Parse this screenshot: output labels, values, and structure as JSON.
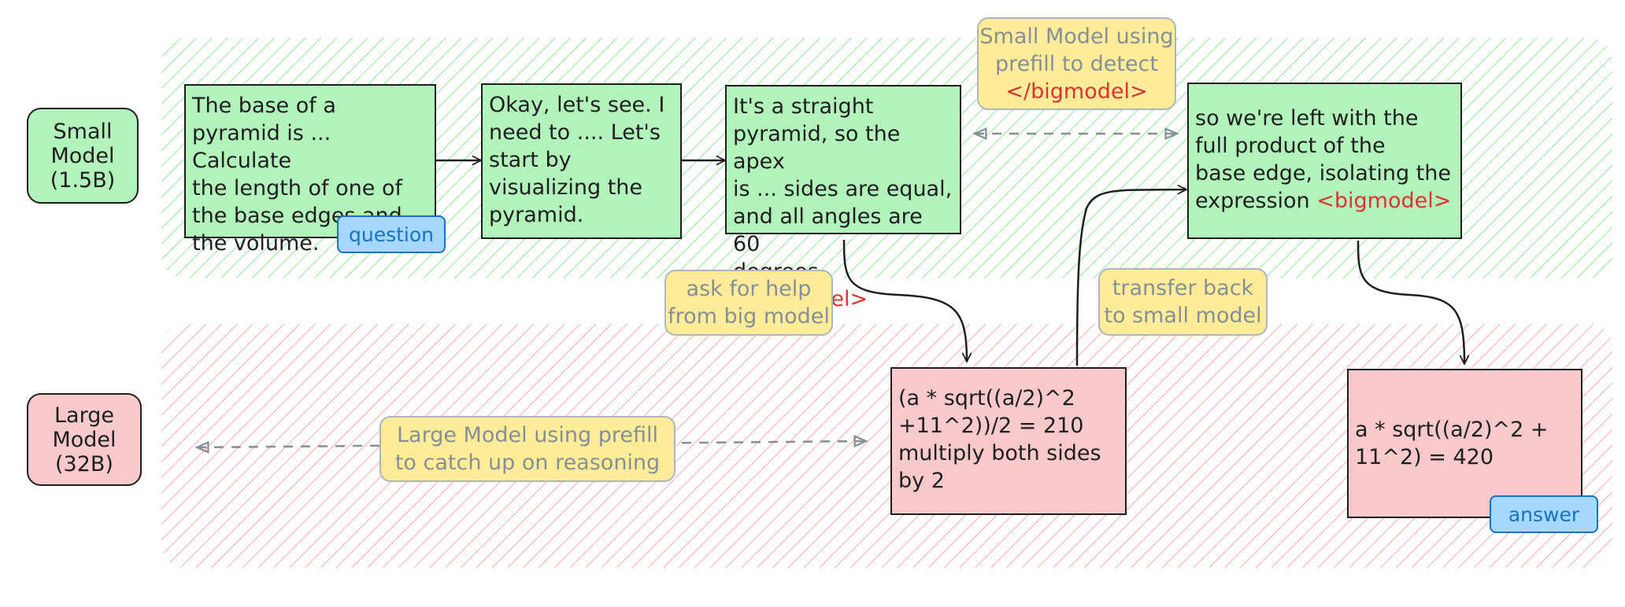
{
  "rows": {
    "small": {
      "label": "Small\nModel\n(1.5B)"
    },
    "large": {
      "label": "Large\nModel\n(32B)"
    }
  },
  "boxes": {
    "question": "The base of a\npyramid is ... Calculate\nthe length of one of\nthe base edges and\nthe volume.",
    "step1": "Okay, let's see. I\nneed to .... Let's\nstart by\nvisualizing the\npyramid.",
    "step2": "It's a straight\npyramid, so the apex\nis ... sides are equal,\nand all angles are 60\ndegrees. ",
    "step3": "so we're left with the\nfull product of the\nbase edge, isolating the\nexpression ",
    "big1": "(a * sqrt((a/2)^2\n+11^2))/2 = 210\nmultiply both sides\nby 2",
    "big2": "a * sqrt((a/2)^2 +\n11^2) = 420"
  },
  "tokens": {
    "open": "<bigmodel>",
    "close": "</bigmodel>"
  },
  "tags": {
    "question": "question",
    "answer": "answer"
  },
  "notes": {
    "small_prefill": "Small Model using\nprefill to detect",
    "ask_help": "ask for help\nfrom big model",
    "transfer_back": "transfer back\nto small model",
    "large_prefill": "Large Model using prefill\nto catch up on reasoning"
  },
  "colors": {
    "small_fill": "#b2f2bb",
    "large_fill": "#f8c9cb",
    "note_fill": "#ffec99",
    "tag_fill": "#a5d8ff",
    "token": "#e03131"
  }
}
